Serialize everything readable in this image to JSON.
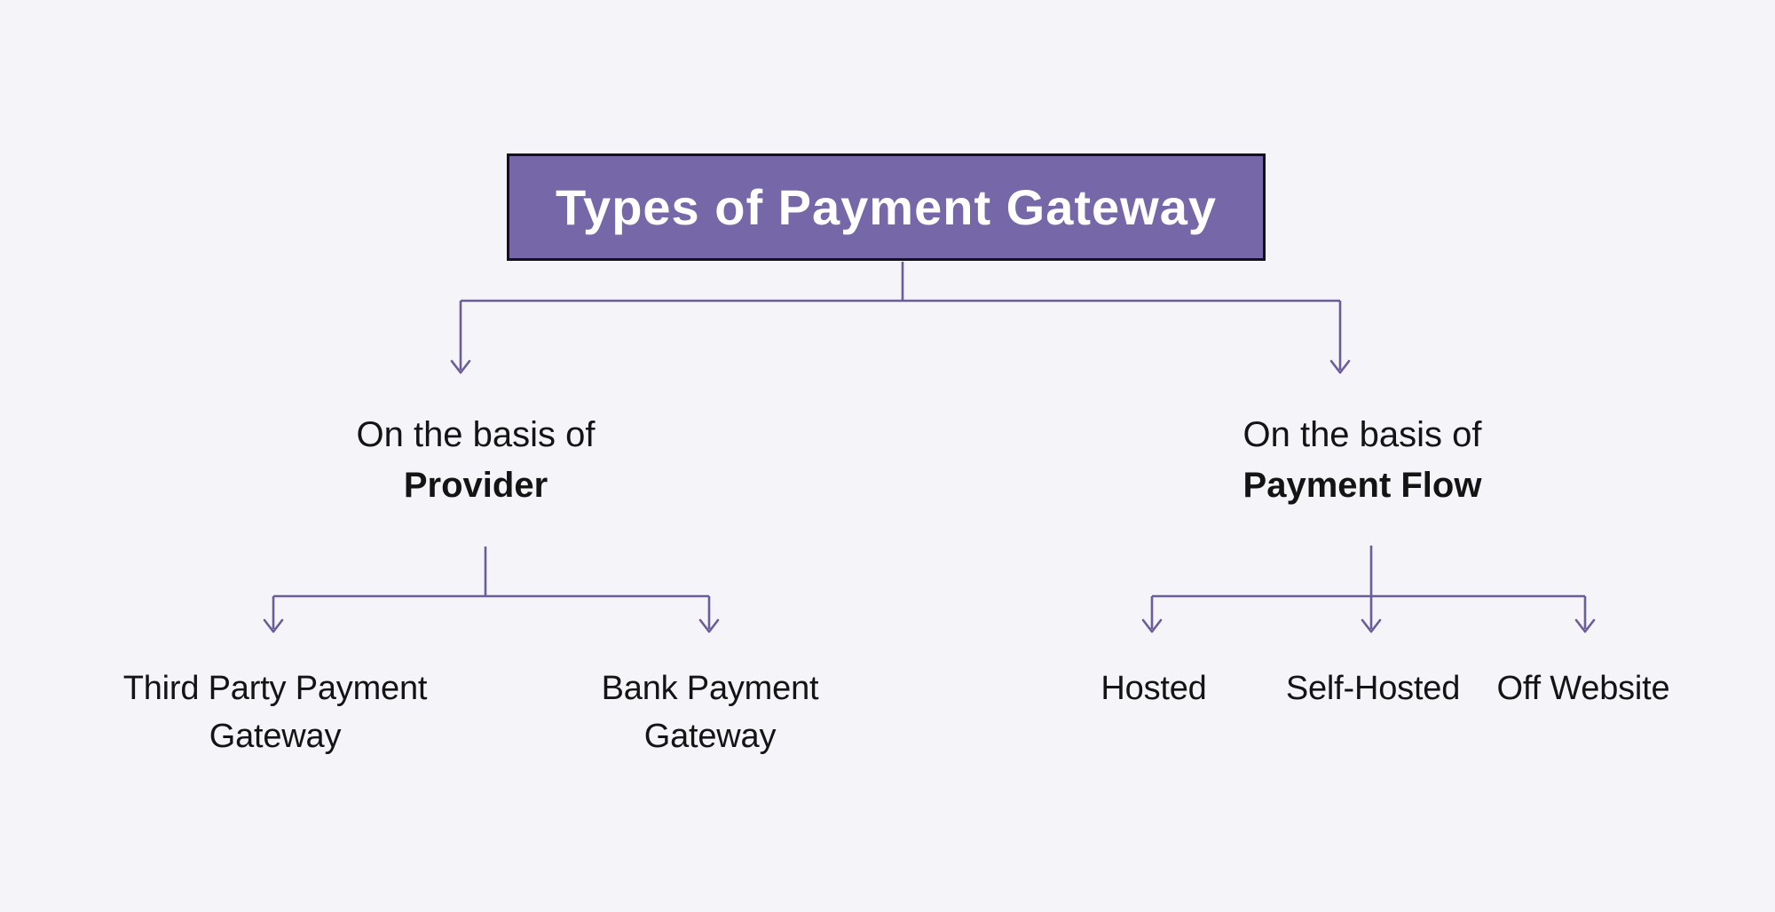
{
  "diagram": {
    "title": "Types of Payment Gateway",
    "colors": {
      "background": "#f5f4f8",
      "title_bg": "#7667a8",
      "title_border": "#14101c",
      "title_text": "#ffffff",
      "connector": "#6b5d99",
      "label_text": "#141414"
    },
    "branches": [
      {
        "prefix": "On the basis of",
        "name": "Provider",
        "children": [
          {
            "label": "Third Party Payment Gateway",
            "lines": [
              "Third Party Payment",
              "Gateway"
            ]
          },
          {
            "label": "Bank Payment Gateway",
            "lines": [
              "Bank Payment",
              "Gateway"
            ]
          }
        ]
      },
      {
        "prefix": "On the basis of",
        "name": "Payment Flow",
        "children": [
          {
            "label": "Hosted",
            "lines": [
              "Hosted"
            ]
          },
          {
            "label": "Self-Hosted",
            "lines": [
              "Self-Hosted"
            ]
          },
          {
            "label": "Off Website",
            "lines": [
              "Off Website"
            ]
          }
        ]
      }
    ]
  }
}
